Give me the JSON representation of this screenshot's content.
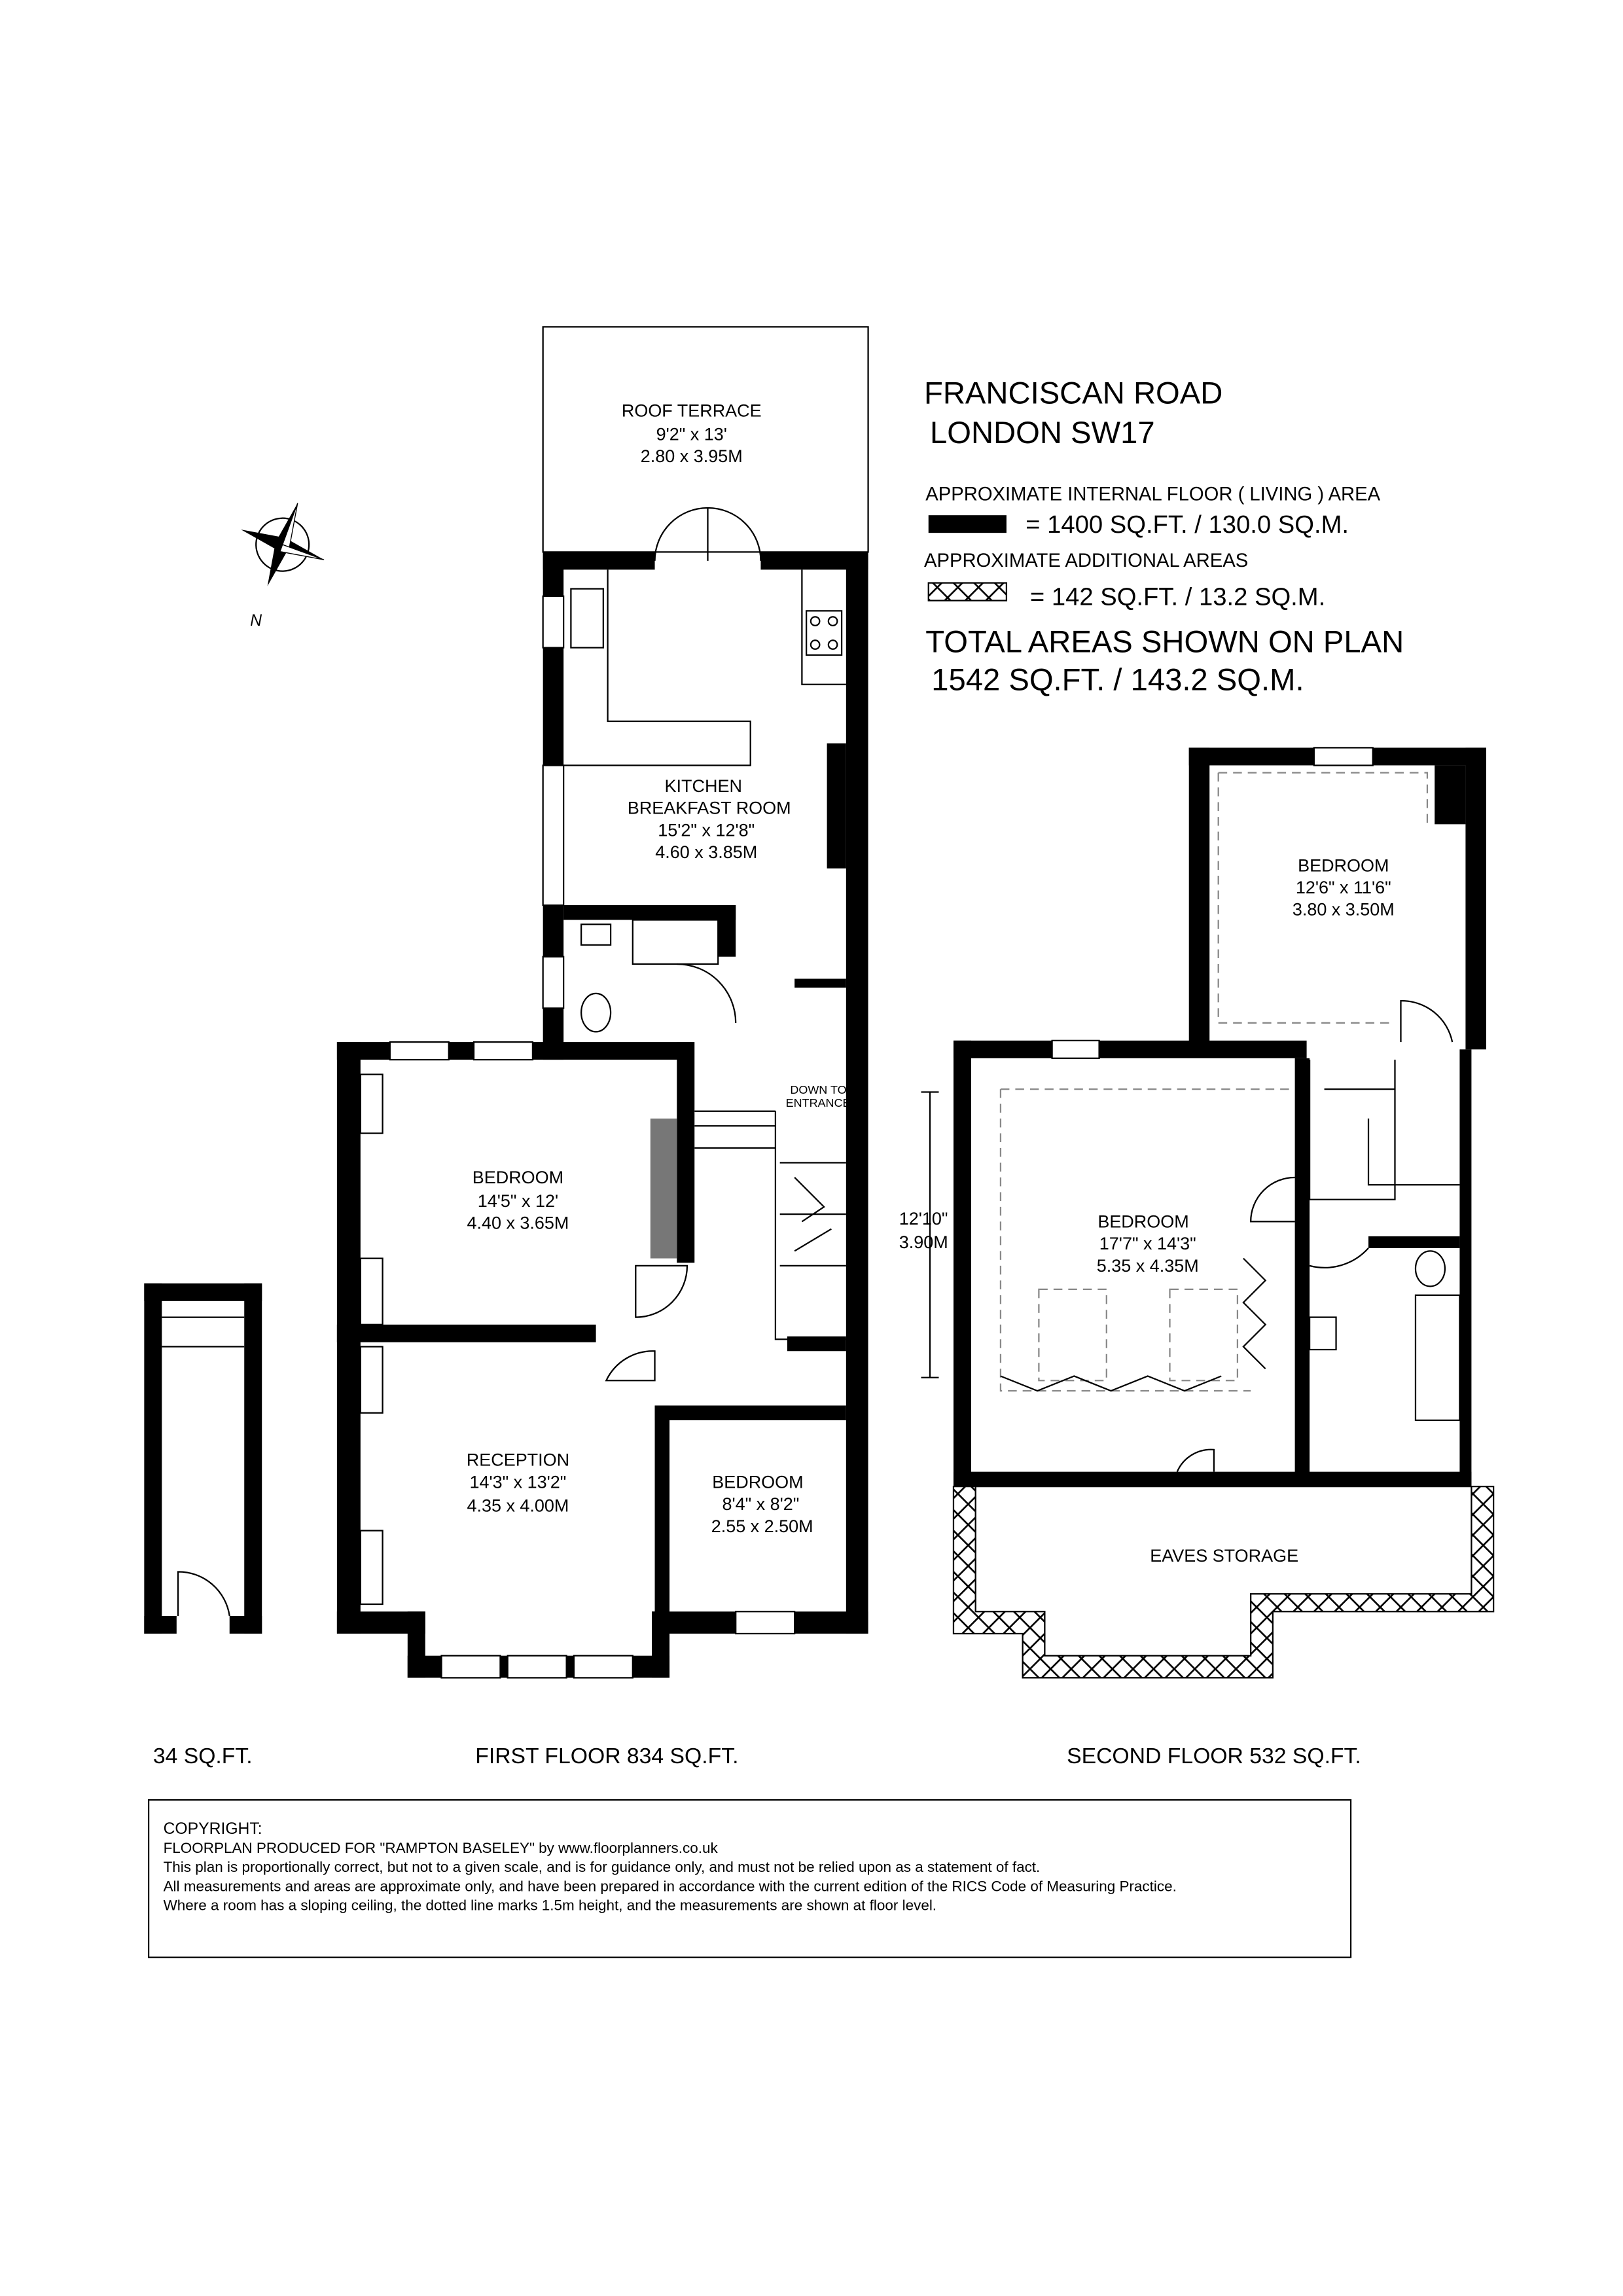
{
  "header": {
    "address_line1": "FRANCISCAN ROAD",
    "address_line2": "LONDON SW17",
    "living_area_label": "APPROXIMATE INTERNAL FLOOR ( LIVING ) AREA",
    "living_area_value": "= 1400 SQ.FT. / 130.0 SQ.M.",
    "additional_area_label": "APPROXIMATE ADDITIONAL AREAS",
    "additional_area_value": "= 142 SQ.FT. / 13.2 SQ.M.",
    "total_label": "TOTAL AREAS SHOWN ON PLAN",
    "total_value": "1542 SQ.FT. / 143.2 SQ.M.",
    "living_swatch_color": "#000000"
  },
  "compass": {
    "label": "N"
  },
  "first_floor": {
    "rooms": [
      {
        "name": "ROOF TERRACE",
        "imperial": "9'2\" x 13'",
        "metric": "2.80 x 3.95M"
      },
      {
        "name": "KITCHEN",
        "name2": "BREAKFAST ROOM",
        "imperial": "15'2\" x 12'8\"",
        "metric": "4.60 x 3.85M"
      },
      {
        "name": "BEDROOM",
        "imperial": "14'5\" x 12'",
        "metric": "4.40 x 3.65M"
      },
      {
        "name": "RECEPTION",
        "imperial": "14'3\" x 13'2\"",
        "metric": "4.35 x 4.00M"
      },
      {
        "name": "BEDROOM",
        "imperial": "8'4\" x 8'2\"",
        "metric": "2.55 x 2.50M"
      }
    ],
    "stairs_label1": "DOWN TO",
    "stairs_label2": "ENTRANCE",
    "caption": "FIRST FLOOR 834 SQ.FT."
  },
  "entrance": {
    "caption": "34 SQ.FT."
  },
  "second_floor": {
    "rooms": [
      {
        "name": "BEDROOM",
        "imperial": "12'6\" x 11'6\"",
        "metric": "3.80 x 3.50M"
      },
      {
        "name": "BEDROOM",
        "imperial": "17'7\" x 14'3\"",
        "metric": "5.35 x 4.35M"
      },
      {
        "name": "EAVES STORAGE"
      }
    ],
    "height_imperial": "12'10\"",
    "height_metric": "3.90M",
    "caption": "SECOND FLOOR 532 SQ.FT."
  },
  "copyright": {
    "title": "COPYRIGHT:",
    "line1": "FLOORPLAN PRODUCED FOR \"RAMPTON BASELEY\" by www.floorplanners.co.uk",
    "line2": "This plan is proportionally correct, but not to a given scale, and is for guidance only, and must not be relied upon as a statement of fact.",
    "line3": "All measurements and areas are approximate only, and have been prepared in accordance with the current edition of the RICS Code of Measuring Practice.",
    "line4": "Where a room has a sloping ceiling, the dotted line marks 1.5m height, and the measurements are shown at floor level."
  }
}
